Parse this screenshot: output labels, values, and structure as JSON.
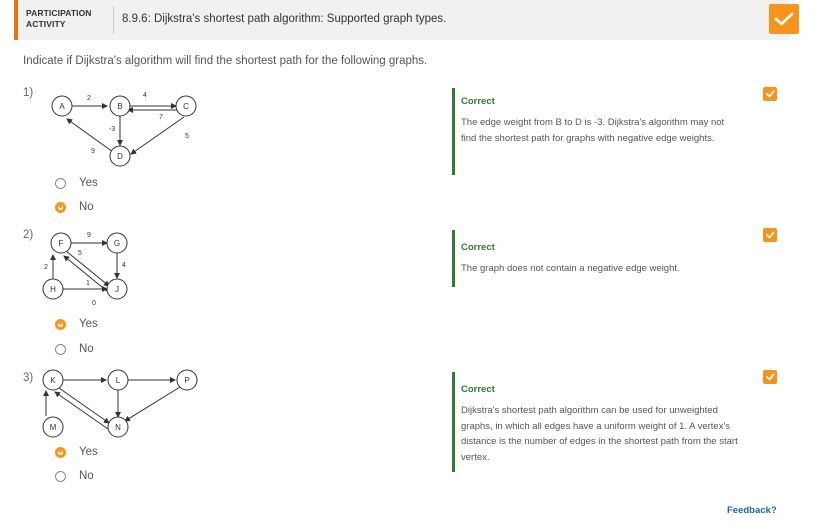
{
  "header": {
    "activity_label_line1": "PARTICIPATION",
    "activity_label_line2": "ACTIVITY",
    "title": "8.9.6: Dijkstra's shortest path algorithm: Supported graph types."
  },
  "instructions": "Indicate if Dijkstra's algorithm will find the shortest path for the following graphs.",
  "questions": [
    {
      "number": "1)",
      "graph": {
        "nodes": [
          "A",
          "B",
          "C",
          "D"
        ],
        "edge_weights": [
          "2",
          "4",
          "7",
          "-3",
          "9",
          "5"
        ]
      },
      "choices": [
        {
          "label": "Yes",
          "selected": false
        },
        {
          "label": "No",
          "selected": true
        }
      ],
      "feedback": {
        "label": "Correct",
        "text": "The edge weight from B to D is -3. Dijkstra's algorithm may not find the shortest path for graphs with negative edge weights."
      }
    },
    {
      "number": "2)",
      "graph": {
        "nodes": [
          "F",
          "G",
          "H",
          "J"
        ],
        "edge_weights": [
          "9",
          "5",
          "4",
          "2",
          "1",
          "0"
        ]
      },
      "choices": [
        {
          "label": "Yes",
          "selected": true
        },
        {
          "label": "No",
          "selected": false
        }
      ],
      "feedback": {
        "label": "Correct",
        "text": "The graph does not contain a negative edge weight."
      }
    },
    {
      "number": "3)",
      "graph": {
        "nodes": [
          "K",
          "L",
          "P",
          "M",
          "N"
        ]
      },
      "choices": [
        {
          "label": "Yes",
          "selected": true
        },
        {
          "label": "No",
          "selected": false
        }
      ],
      "feedback": {
        "label": "Correct",
        "text": "Dijkstra's shortest path algorithm can be used for unweighted graphs, in which all edges have a uniform weight of 1. A vertex's distance is the number of edges in the shortest path from the start vertex."
      }
    }
  ],
  "feedback_link": "Feedback?",
  "colors": {
    "accent": "#f7941d",
    "correct": "#2e7d32",
    "link": "#1c66a6"
  },
  "icons": {
    "activity_status": "checkmark-icon",
    "question_status": "chevron-right-icon"
  }
}
